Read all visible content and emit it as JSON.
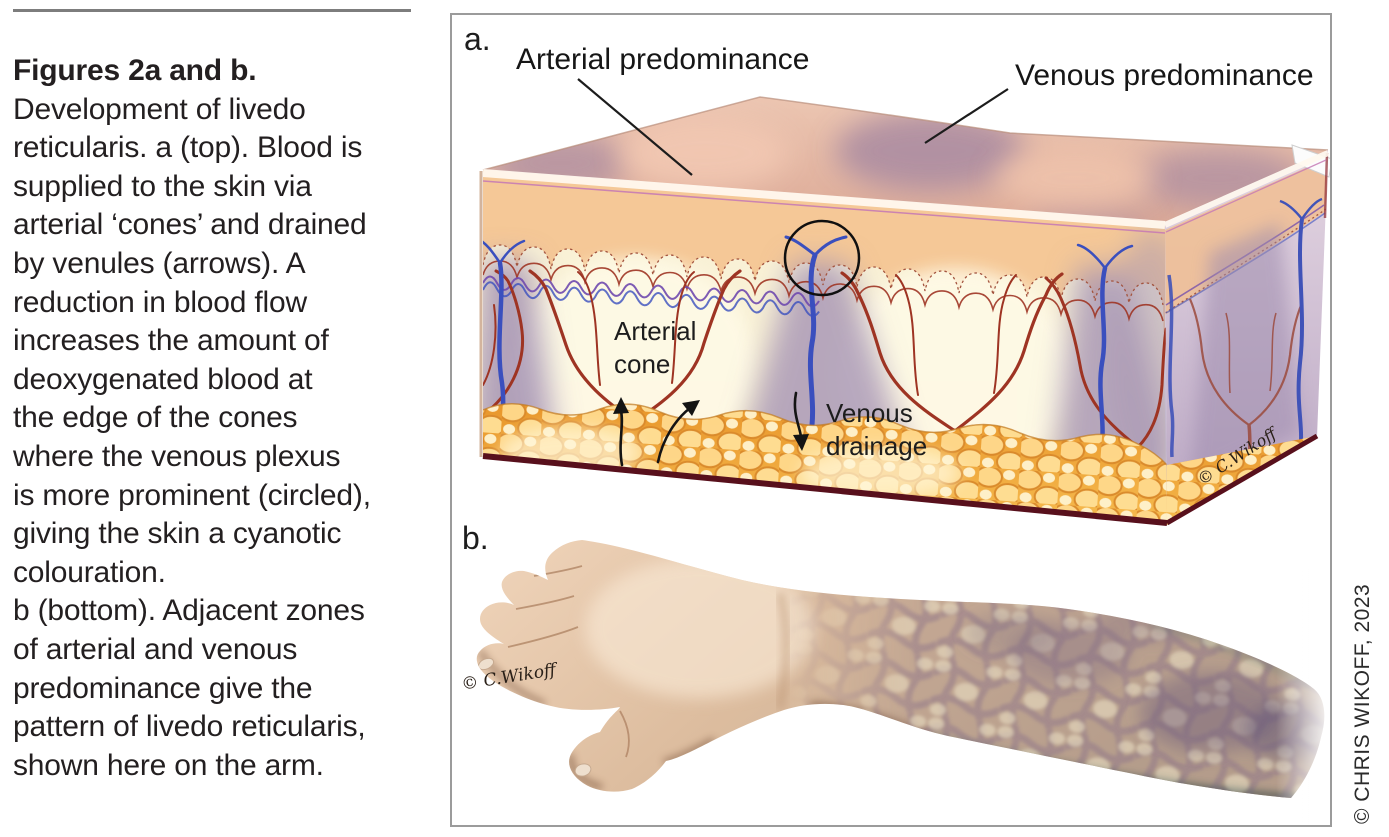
{
  "caption": {
    "heading": "Figures 2a and b.",
    "body": "Development of livedo\nreticularis. a (top). Blood is\nsupplied to the skin via\narterial ‘cones’ and drained\nby venules (arrows). A\nreduction in blood flow\nincreases the amount of\ndeoxygenated blood at\nthe edge of the cones\nwhere the venous plexus\nis more prominent (circled),\ngiving the skin a cyanotic\ncolouration.\nb (bottom). Adjacent zones\nof arterial and venous\npredominance give the\npattern of livedo reticularis,\nshown here on the arm."
  },
  "figure": {
    "panel_a": {
      "label": "a.",
      "annotations": {
        "arterial_predominance": "Arterial predominance",
        "venous_predominance": "Venous predominance",
        "arterial_cone": "Arterial\ncone",
        "venous_drainage": "Venous\ndrainage"
      },
      "signature": "© C.Wikoff"
    },
    "panel_b": {
      "label": "b.",
      "signature": "© C.Wikoff"
    },
    "credit": "© CHRIS WIKOFF, 2023"
  },
  "colors": {
    "artery_red": "#9e3423",
    "vein_blue": "#3a4fbe",
    "plexus_purple": "#6f49ae",
    "shadow_mauve": "#a593b4",
    "fat_orange": "#eda133",
    "ink_black": "#1c1c1c"
  }
}
